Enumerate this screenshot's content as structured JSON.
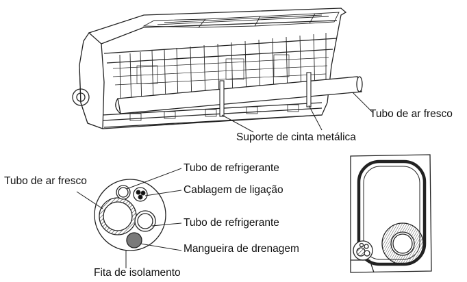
{
  "labels": {
    "fresh_air_tube_top": "Tubo de ar fresco",
    "metal_strap_support": "Suporte de cinta metálica",
    "fresh_air_tube_left": "Tubo de ar fresco",
    "refrigerant_tube_1": "Tubo de refrigerante",
    "connection_wiring": "Cablagem de ligação",
    "refrigerant_tube_2": "Tubo de refrigerante",
    "drain_hose": "Mangueira de drenagem",
    "insulation_tape": "Fita de isolamento"
  },
  "colors": {
    "line": "#222222",
    "drain_hose_fill": "#7a7a7a",
    "paper": "#ffffff"
  },
  "icons": {
    "indoor_unit": "air-conditioner-indoor-unit-drawing",
    "cross_section": "pipe-bundle-cross-section",
    "side_view": "unit-side-view-with-bundle"
  }
}
